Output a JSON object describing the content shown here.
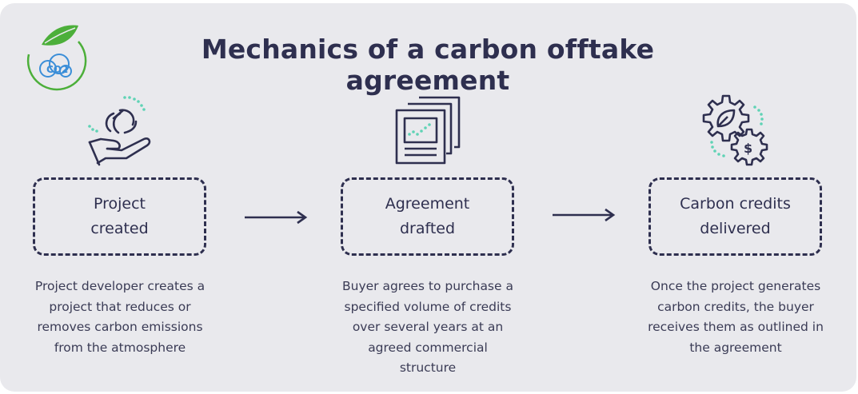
{
  "title": "Mechanics of a carbon offtake agreement",
  "logo": {
    "text": "CO2",
    "icon": "leaf-cloud-logo"
  },
  "colors": {
    "navy": "#2e2f4f",
    "accent": "#5fd3b5",
    "background": "#e9e9ed",
    "logo_green": "#4caf3a",
    "logo_blue": "#3b8ed8"
  },
  "steps": [
    {
      "icon": "hand-offering-icon",
      "label": "Project\ncreated",
      "description": "Project developer creates a\nproject that reduces or\nremoves carbon emissions\nfrom the atmosphere"
    },
    {
      "icon": "document-chart-icon",
      "label": "Agreement\ndrafted",
      "description": "Buyer agrees to purchase a\nspecified volume of credits\nover several years at an\nagreed commercial\nstructure"
    },
    {
      "icon": "gears-leaf-dollar-icon",
      "label": "Carbon credits\ndelivered",
      "description": "Once the project generates\ncarbon credits, the buyer\nreceives them as outlined in\nthe agreement"
    }
  ]
}
